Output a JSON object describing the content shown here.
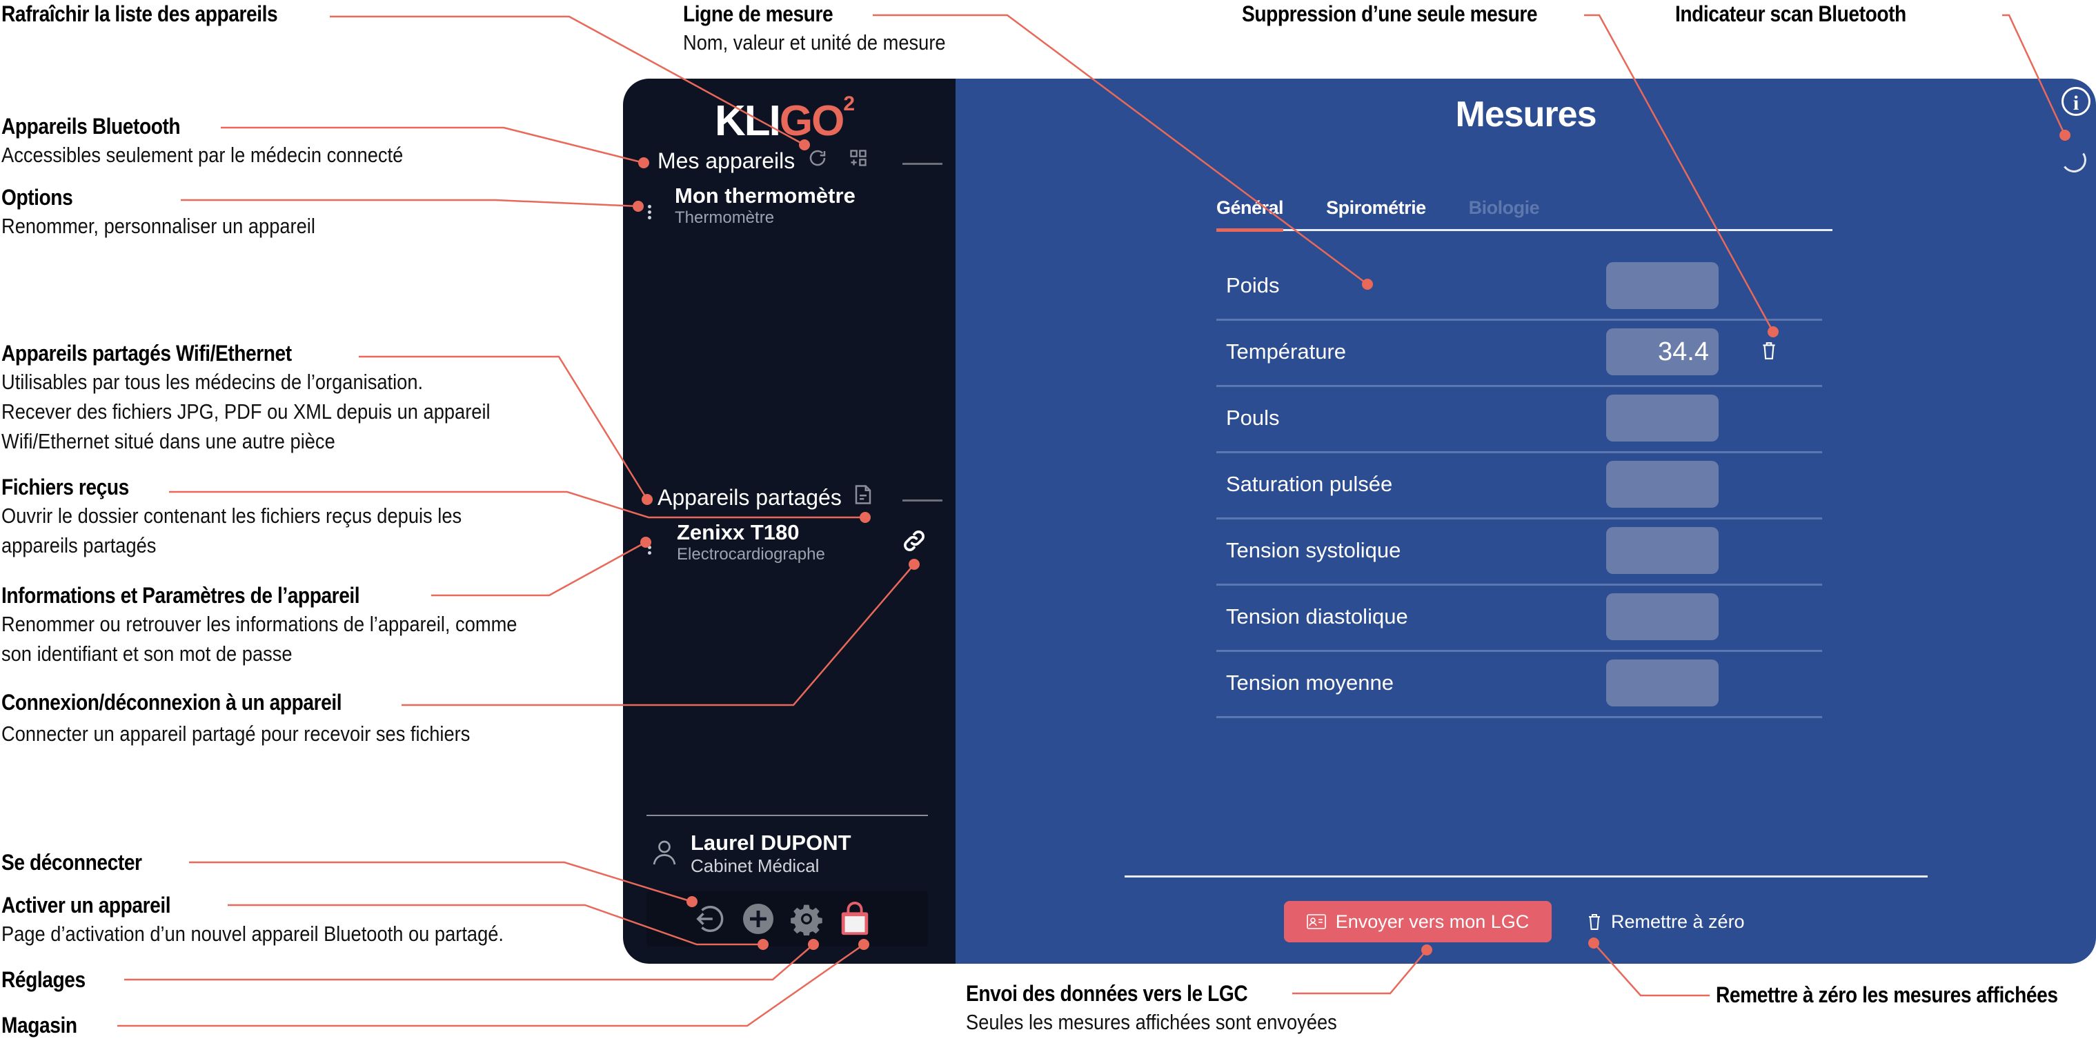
{
  "annotations": {
    "refresh": {
      "title": "Rafraîchir la liste des appareils"
    },
    "bluetooth": {
      "title": "Appareils Bluetooth",
      "desc": [
        "Accessibles seulement par le médecin connecté"
      ]
    },
    "options": {
      "title": "Options",
      "desc": [
        "Renommer, personnaliser un appareil"
      ]
    },
    "shared": {
      "title": "Appareils partagés Wifi/Ethernet",
      "desc": [
        "Utilisables par tous les médecins de l’organisation.",
        "Recever des fichiers JPG, PDF ou XML depuis un appareil",
        "Wifi/Ethernet situé dans une autre pièce"
      ]
    },
    "received": {
      "title": "Fichiers reçus",
      "desc": [
        "Ouvrir le dossier contenant les fichiers reçus depuis les",
        "appareils partagés"
      ]
    },
    "device_info": {
      "title": "Informations et Paramètres de l’appareil",
      "desc": [
        "Renommer ou retrouver les informations de l’appareil, comme",
        "son identifiant et son mot de passe"
      ]
    },
    "connect": {
      "title": "Connexion/déconnexion à un appareil",
      "desc": [
        "Connecter un appareil partagé pour recevoir ses fichiers"
      ]
    },
    "logout": {
      "title": "Se déconnecter"
    },
    "activate": {
      "title": "Activer un appareil",
      "desc": [
        "Page d’activation d’un nouvel appareil Bluetooth ou partagé."
      ]
    },
    "settings": {
      "title": "Réglages"
    },
    "store": {
      "title": "Magasin"
    },
    "measure_line": {
      "title": "Ligne de mesure",
      "desc": [
        "Nom, valeur et unité de mesure"
      ]
    },
    "delete_one": {
      "title": "Suppression d’une seule mesure"
    },
    "bt_scan": {
      "title": "Indicateur scan Bluetooth"
    },
    "send_lgc": {
      "title": "Envoi des données vers le LGC",
      "desc": [
        "Seules les mesures affichées sont envoyées"
      ]
    },
    "reset_all": {
      "title": "Remettre à zéro les mesures affichées"
    }
  },
  "app": {
    "logo": {
      "part1": "KLI",
      "part2": "GO",
      "sup": "2"
    },
    "sidebar": {
      "my_devices": {
        "label": "Mes appareils",
        "refresh_icon": "refresh-icon",
        "add_icon": "grid-add-icon"
      },
      "bluetooth_devices": [
        {
          "name": "Mon thermomètre",
          "type": "Thermomètre"
        }
      ],
      "shared_devices_header": {
        "label": "Appareils partagés",
        "icon": "file-icon"
      },
      "shared_devices": [
        {
          "name": "Zenixx T180",
          "type": "Electrocardiographe",
          "icon": "link-icon"
        }
      ],
      "user": {
        "name": "Laurel DUPONT",
        "org": "Cabinet Médical"
      },
      "toolbar": [
        "logout-icon",
        "add-circle-icon",
        "gear-icon",
        "shopping-bag-icon"
      ]
    },
    "main": {
      "title": "Mesures",
      "tabs": [
        {
          "label": "Général",
          "state": "active"
        },
        {
          "label": "Spirométrie",
          "state": "normal"
        },
        {
          "label": "Biologie",
          "state": "disabled"
        }
      ],
      "measures": [
        {
          "label": "Poids",
          "value": ""
        },
        {
          "label": "Température",
          "value": "34.4"
        },
        {
          "label": "Pouls",
          "value": ""
        },
        {
          "label": "Saturation pulsée",
          "value": ""
        },
        {
          "label": "Tension systolique",
          "value": ""
        },
        {
          "label": "Tension diastolique",
          "value": ""
        },
        {
          "label": "Tension moyenne",
          "value": ""
        }
      ],
      "send_button": "Envoyer vers mon LGC",
      "reset_button": "Remettre à zéro"
    }
  },
  "colors": {
    "accent": "#e8695a",
    "sidebar_bg": "#0d1322",
    "main_bg": "#2c4d92",
    "send_button": "#e4606a",
    "input_bg": "#6a7daa"
  }
}
